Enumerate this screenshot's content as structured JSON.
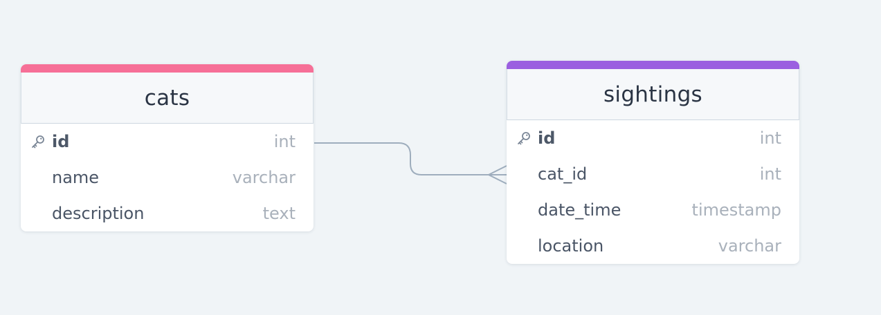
{
  "tables": [
    {
      "name": "cats",
      "accent": "#f66f97",
      "columns": [
        {
          "name": "id",
          "type": "int",
          "primary_key": true
        },
        {
          "name": "name",
          "type": "varchar",
          "primary_key": false
        },
        {
          "name": "description",
          "type": "text",
          "primary_key": false
        }
      ]
    },
    {
      "name": "sightings",
      "accent": "#9b5fe0",
      "columns": [
        {
          "name": "id",
          "type": "int",
          "primary_key": true
        },
        {
          "name": "cat_id",
          "type": "int",
          "primary_key": false
        },
        {
          "name": "date_time",
          "type": "timestamp",
          "primary_key": false
        },
        {
          "name": "location",
          "type": "varchar",
          "primary_key": false
        }
      ]
    }
  ],
  "relationship": {
    "from": "cats.id",
    "to": "sightings.cat_id",
    "cardinality": "one-to-many",
    "line_color": "#9eadbd"
  }
}
